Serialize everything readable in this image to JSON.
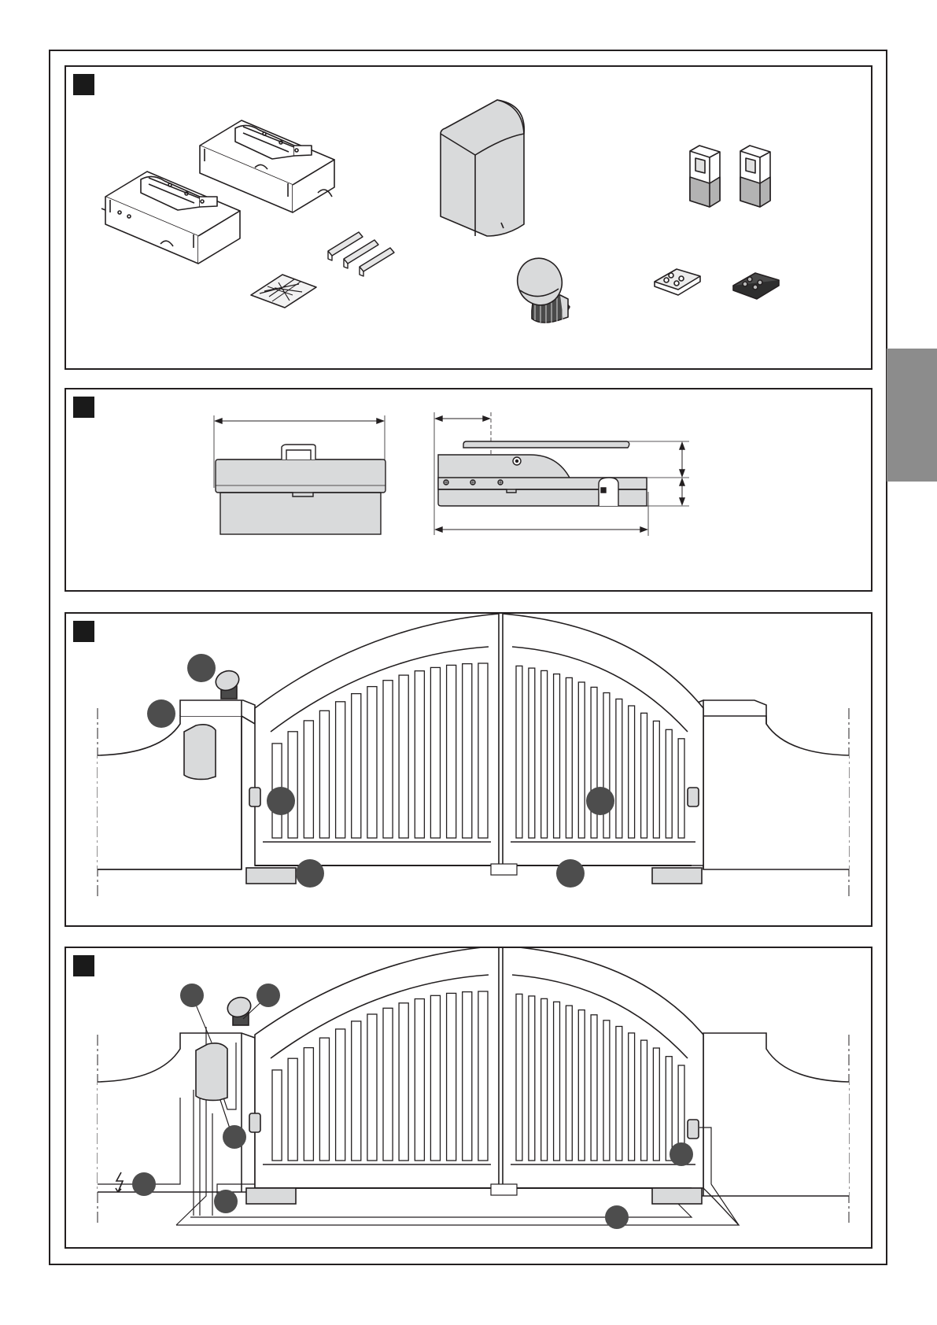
{
  "document": {
    "figures": [
      {
        "id": "figure-1",
        "subject": "product-contents",
        "label": ""
      },
      {
        "id": "figure-2",
        "subject": "dimensions",
        "label": ""
      },
      {
        "id": "figure-3",
        "subject": "typical-installation",
        "label": ""
      },
      {
        "id": "figure-4",
        "subject": "cable-layout",
        "label": ""
      }
    ],
    "colors": {
      "line": "#231f20",
      "device_fill": "#d9dadb",
      "device_dark": "#4a4a4a",
      "callout": "#4d4d4d",
      "side_tab": "#8c8c8c"
    }
  }
}
